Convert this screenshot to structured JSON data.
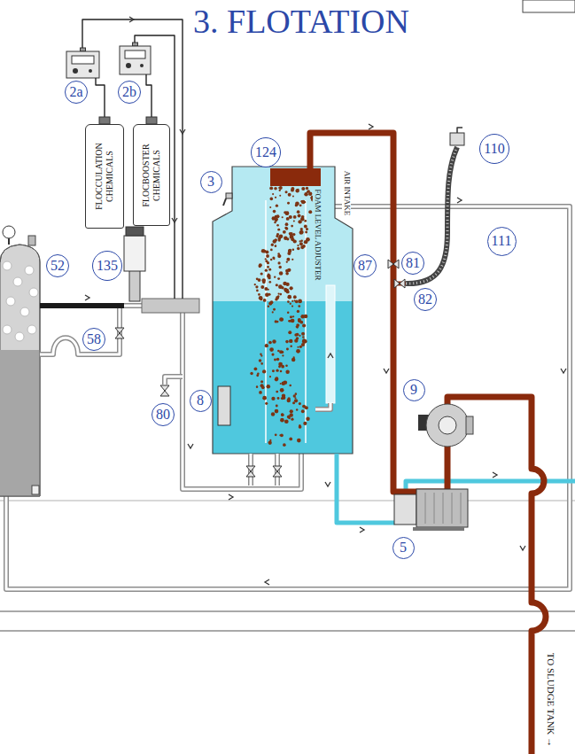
{
  "diagram": {
    "title": "3. FLOTATION",
    "nodes": [
      {
        "text": [
          "2a"
        ]
      },
      {
        "text": [
          "2b"
        ]
      },
      {
        "text": [
          "FLOCCULATION CHEMICALS"
        ]
      },
      {
        "text": [
          "FLOCBOOSTER CHEMICALS"
        ]
      },
      {
        "text": [
          "124"
        ]
      },
      {
        "text": [
          "110"
        ]
      },
      {
        "text": [
          "3"
        ]
      },
      {
        "text": [
          "111"
        ]
      },
      {
        "text": [
          "52"
        ]
      },
      {
        "text": [
          "135"
        ]
      },
      {
        "text": [
          "81"
        ]
      },
      {
        "text": [
          "87"
        ]
      },
      {
        "text": [
          "82"
        ]
      },
      {
        "text": [
          "58"
        ]
      },
      {
        "text": [
          "9"
        ]
      },
      {
        "text": [
          "8"
        ]
      },
      {
        "text": [
          "80"
        ]
      },
      {
        "text": [
          "5"
        ]
      }
    ],
    "labels": [
      "AIR INTAKE",
      "FOAM LEVEL ADJUSTER",
      "TO SLUDGE TANK →"
    ]
  }
}
